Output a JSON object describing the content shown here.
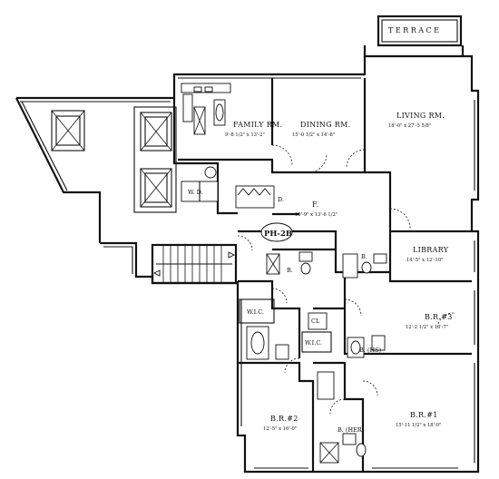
{
  "plan": {
    "unit_label": "PH-2B",
    "rooms": {
      "terrace": "TERRACE",
      "family": {
        "name": "FAMILY RM.",
        "dims": "9'-8 1/2\" x 13'-2\""
      },
      "dining": {
        "name": "DINING RM.",
        "dims": "15'-0 1/2\" x 14'-8\""
      },
      "living": {
        "name": "LIVING RM.",
        "dims": "18'-0\" x 27'-5 5/8\""
      },
      "foyer": {
        "name": "F.",
        "dims": "10'-9\" x 13'-6 1/2\""
      },
      "library": {
        "name": "LIBRARY",
        "dims": "14'-5\" x 12'-10\""
      },
      "br3": {
        "name": "B.R.#3",
        "dims": "12'-2 1/2\" x 13'-7\""
      },
      "br2": {
        "name": "B.R.#2",
        "dims": "12'-5\" x 16'-0\""
      },
      "br1": {
        "name": "B.R.#1",
        "dims": "15'-11 1/2\" x 18'-0\""
      }
    },
    "small": {
      "wd": "W. D.",
      "dw": "D.",
      "bath_a": "B.",
      "bath_b": "B.",
      "wic_1": "W.I.C.",
      "wic_2": "W.I.C.",
      "bath_hs": "B. (HS)",
      "bath_her": "B. (HER)",
      "cl": "CL"
    }
  }
}
